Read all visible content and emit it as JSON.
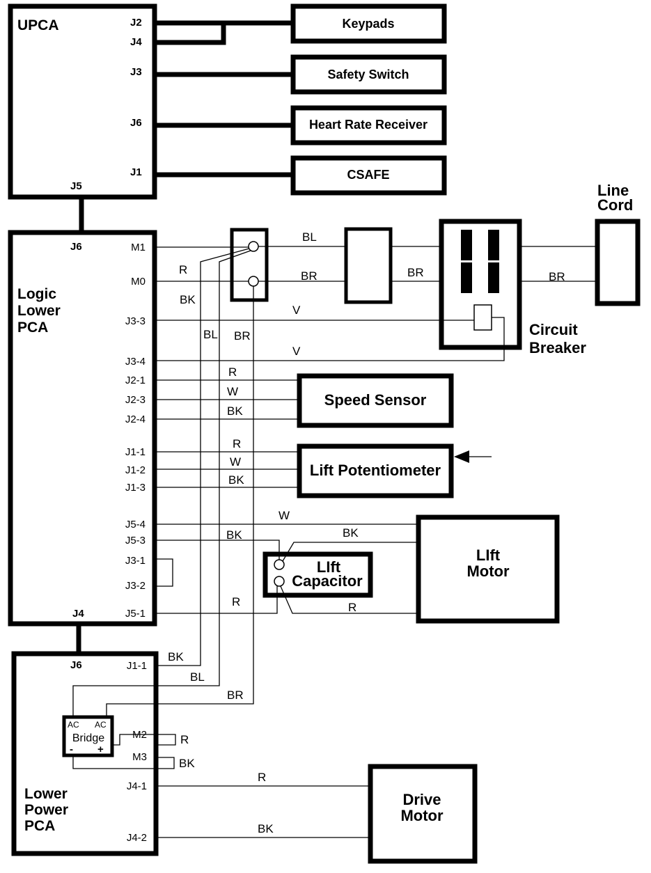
{
  "components": {
    "upca": "UPCA",
    "keypads": "Keypads",
    "safety_switch": "Safety Switch",
    "heart_rate_receiver": "Heart Rate Receiver",
    "csafe": "CSAFE",
    "line_cord_1": "Line",
    "line_cord_2": "Cord",
    "circuit_breaker_1": "Circuit",
    "circuit_breaker_2": "Breaker",
    "logic_lower_1": "Logic",
    "logic_lower_2": "Lower",
    "logic_lower_3": "PCA",
    "speed_sensor": "Speed Sensor",
    "lift_potentiometer": "Lift Potentiometer",
    "lift_capacitor_1": "LIft",
    "lift_capacitor_2": "Capacitor",
    "lift_motor_1": "LIft",
    "lift_motor_2": "Motor",
    "lower_power_1": "Lower",
    "lower_power_2": "Power",
    "lower_power_3": "PCA",
    "bridge": "Bridge",
    "bridge_ac": "AC",
    "bridge_minus": "-",
    "bridge_plus": "+",
    "drive_motor_1": "Drive",
    "drive_motor_2": "Motor"
  },
  "connectors": {
    "upca_j2": "J2",
    "upca_j4": "J4",
    "upca_j3": "J3",
    "upca_j6": "J6",
    "upca_j1": "J1",
    "upca_j5": "J5",
    "llp_j6": "J6",
    "llp_m1": "M1",
    "llp_m0": "M0",
    "llp_j3_3": "J3-3",
    "llp_j3_4": "J3-4",
    "llp_j2_1": "J2-1",
    "llp_j2_3": "J2-3",
    "llp_j2_4": "J2-4",
    "llp_j1_1": "J1-1",
    "llp_j1_2": "J1-2",
    "llp_j1_3": "J1-3",
    "llp_j5_4": "J5-4",
    "llp_j5_3": "J5-3",
    "llp_j3_1": "J3-1",
    "llp_j3_2": "J3-2",
    "llp_j5_1": "J5-1",
    "llp_j4": "J4",
    "lpp_j6": "J6",
    "lpp_j1_1": "J1-1",
    "lpp_m2": "M2",
    "lpp_m3": "M3",
    "lpp_j4_1": "J4-1",
    "lpp_j4_2": "J4-2"
  },
  "wire_colors": {
    "red": "R",
    "black": "BK",
    "blue": "BL",
    "brown": "BR",
    "white": "W",
    "violet": "V"
  }
}
